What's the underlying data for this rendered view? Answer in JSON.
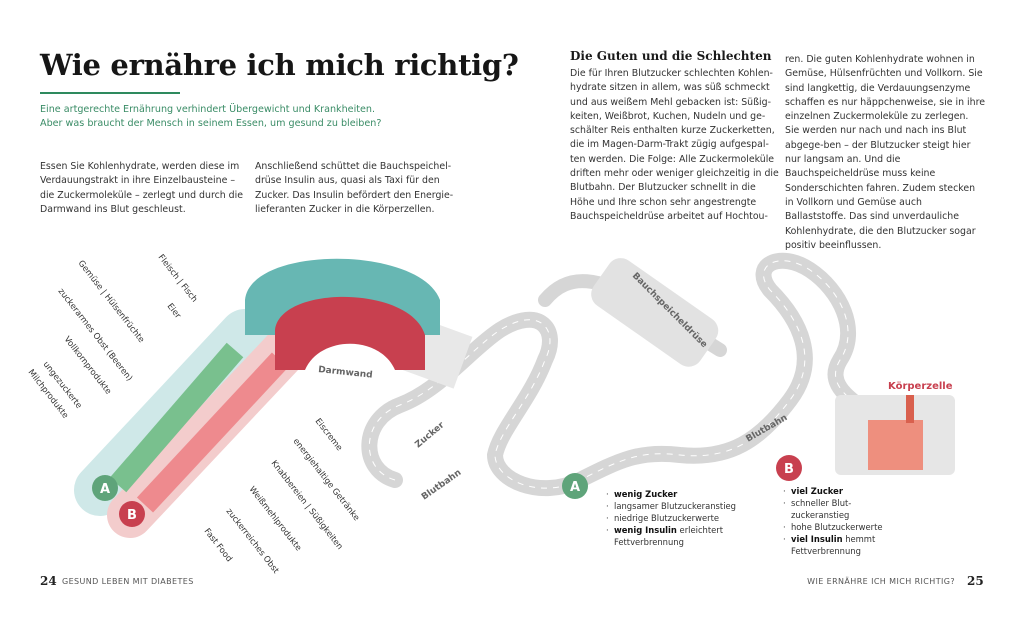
{
  "left_page": {
    "title": "Wie ernähre ich mich richtig?",
    "subtitle": "Eine artgerechte Ernährung verhindert Übergewicht und Krankheiten.\nAber was braucht der Mensch in seinem Essen, um gesund zu bleiben?",
    "column1": "Essen Sie Kohlenhydrate, werden diese im Verdauungstrakt in ihre Einzelbausteine – die Zuckermoleküle – zerlegt und durch die Darmwand ins Blut geschleust.",
    "column2": "Anschließend schüttet die Bauchspeichel-drüse Insulin aus, quasi als Taxi für den Zucker. Das Insulin befördert den Energie-lieferanten Zucker in die Körperzellen.",
    "page_number": "24",
    "running_head": "GESUND LEBEN MIT DIABETES"
  },
  "right_page": {
    "heading": "Die Guten und die Schlechten",
    "column1": "Die für Ihren Blutzucker schlechten Kohlen-hydrate sitzen in allem, was süß schmeckt und aus weißem Mehl gebacken ist: Süßig-keiten, Weißbrot, Kuchen, Nudeln und ge-schälter Reis enthalten kurze Zuckerketten, die im Magen-Darm-Trakt zügig aufgespal-ten werden. Die Folge: Alle Zuckermoleküle driften mehr oder weniger gleichzeitig in die Blutbahn. Der Blutzucker schnellt in die Höhe und Ihre schon sehr angestrengte Bauchspeicheldrüse arbeitet auf Hochtou-",
    "column2": "ren. Die guten Kohlenhydrate wohnen in Gemüse, Hülsenfrüchten und Vollkorn. Sie sind langkettig, die Verdauungsenzyme schaffen es nur häppchenweise, sie in ihre einzelnen Zuckermoleküle zu zerlegen. Sie werden nur nach und nach ins Blut abgege-ben – der Blutzucker steigt hier nur langsam an. Und die Bauchspeicheldrüse muss keine Sonderschichten fahren. Zudem stecken in Vollkorn und Gemüse auch Ballaststoffe. Das sind unverdauliche Kohlenhydrate, die den Blutzucker sogar positiv beeinflussen.",
    "page_number": "25",
    "running_head": "WIE ERNÄHRE ICH MICH RICHTIG?"
  },
  "illustration": {
    "good_foods": [
      "Fleisch | Fisch",
      "Gemüse | Hülsenfrüchte",
      "Eier",
      "zuckerarmes Obst (Beeren)",
      "Vollkornprodukte",
      "ungezuckerte",
      "Milchprodukte"
    ],
    "bad_foods": [
      "Eiscreme",
      "energiehaltige Getränke",
      "Knabbereien | Süßigkeiten",
      "Weißmehlprodukte",
      "zuckerreiches Obst",
      "Fast Food"
    ],
    "labels": {
      "darmwand": "Darmwand",
      "zucker": "Zucker",
      "blutbahn1": "Blutbahn",
      "blutbahn2": "Blutbahn",
      "bauchspeicheldruese": "Bauchspeicheldrüse",
      "koerperzelle": "Körperzelle"
    },
    "badge_a": "A",
    "badge_b": "B",
    "legend_a": {
      "items": [
        {
          "bold": "wenig Zucker",
          "text": ""
        },
        {
          "bold": "",
          "text": "langsamer Blutzuckeranstieg"
        },
        {
          "bold": "",
          "text": "niedrige Blutzuckerwerte"
        },
        {
          "bold": "wenig Insulin",
          "text": " erleichtert\nFettverbrennung"
        }
      ]
    },
    "legend_b": {
      "items": [
        {
          "bold": "viel Zucker",
          "text": ""
        },
        {
          "bold": "",
          "text": "schneller Blut-\nzuckeranstieg"
        },
        {
          "bold": "",
          "text": "hohe Blutzuckerwerte"
        },
        {
          "bold": "viel Insulin",
          "text": " hemmt\nFettverbrennung"
        }
      ]
    },
    "colors": {
      "green": "#5fa47a",
      "red": "#c8404f",
      "teal": "#67b7b3",
      "road": "#d6d6d6",
      "accent": "#2e8a5e"
    }
  }
}
